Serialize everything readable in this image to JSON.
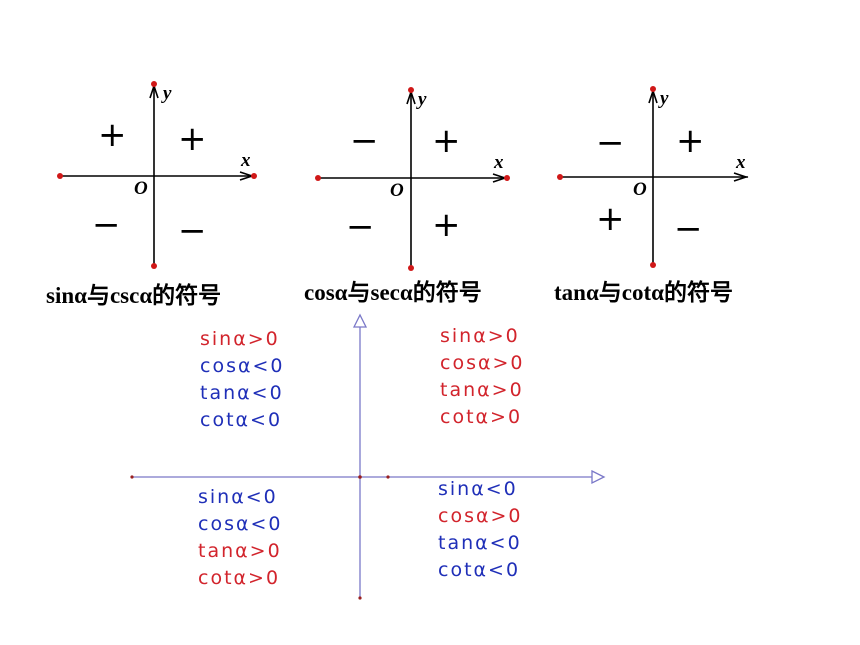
{
  "diagrams": [
    {
      "caption": "sinα与cscα的符号",
      "axis_x": "x",
      "axis_y": "y",
      "origin": "O",
      "signs": {
        "q1": "+",
        "q2": "+",
        "q3": "−",
        "q4": "−"
      }
    },
    {
      "caption": "cosα与secα的符号",
      "axis_x": "x",
      "axis_y": "y",
      "origin": "O",
      "signs": {
        "q1": "+",
        "q2": "−",
        "q3": "−",
        "q4": "+"
      }
    },
    {
      "caption": "tanα与cotα的符号",
      "axis_x": "x",
      "axis_y": "y",
      "origin": "O",
      "signs": {
        "q1": "+",
        "q2": "−",
        "q3": "+",
        "q4": "−"
      }
    }
  ],
  "summary": {
    "q2": [
      "sinα>0",
      "cosα<0",
      "tanα<0",
      "cotα<0"
    ],
    "q1": [
      "sinα>0",
      "cosα>0",
      "tanα>0",
      "cotα>0"
    ],
    "q3": [
      "sinα<0",
      "cosα<0",
      "tanα>0",
      "cotα>0"
    ],
    "q4": [
      "sinα<0",
      "cosα>0",
      "tanα<0",
      "cotα<0"
    ]
  },
  "colors": {
    "positive": "#d2242c",
    "negative": "#1f2fb8",
    "axis": "#000000",
    "summary_axis": "#7a78c8",
    "point": "#d01818"
  }
}
